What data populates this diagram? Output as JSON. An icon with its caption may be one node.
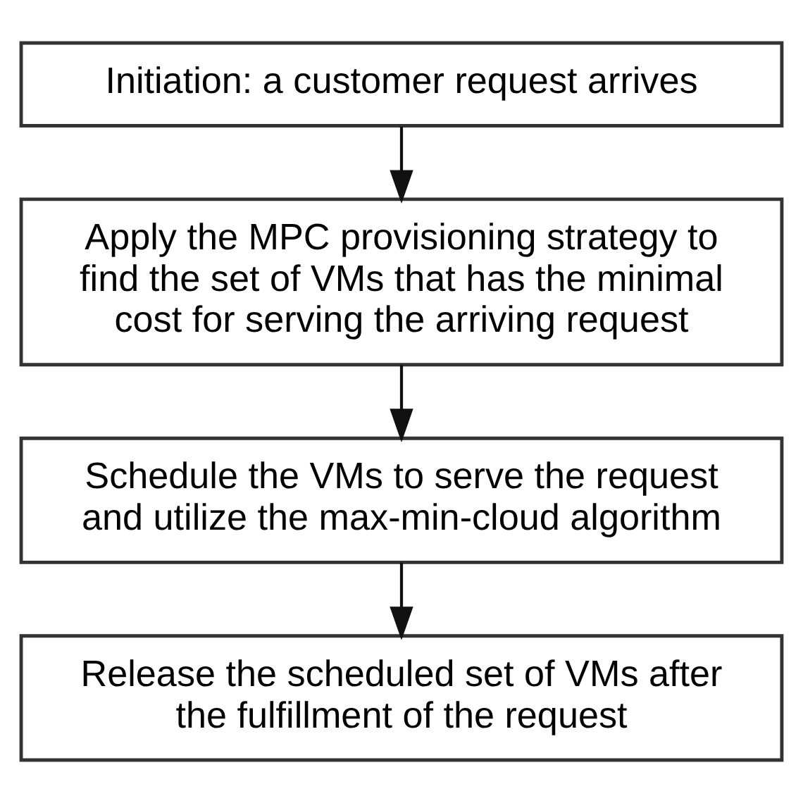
{
  "diagram": {
    "nodes": [
      {
        "text": [
          "Initiation: a customer request arrives"
        ]
      },
      {
        "text": [
          "Apply the MPC provisioning strategy to find the set of VMs that has the minimal cost for serving the arriving request"
        ]
      },
      {
        "text": [
          "Schedule the VMs to serve the request and utilize the max-min-cloud algorithm"
        ]
      },
      {
        "text": [
          "Release the scheduled set of VMs after the fulfillment of the request"
        ]
      }
    ],
    "edges": [
      {
        "from": 0,
        "to": 1,
        "arrow": "to"
      },
      {
        "from": 1,
        "to": 2,
        "arrow": "to"
      },
      {
        "from": 2,
        "to": 3,
        "arrow": "to"
      }
    ]
  }
}
